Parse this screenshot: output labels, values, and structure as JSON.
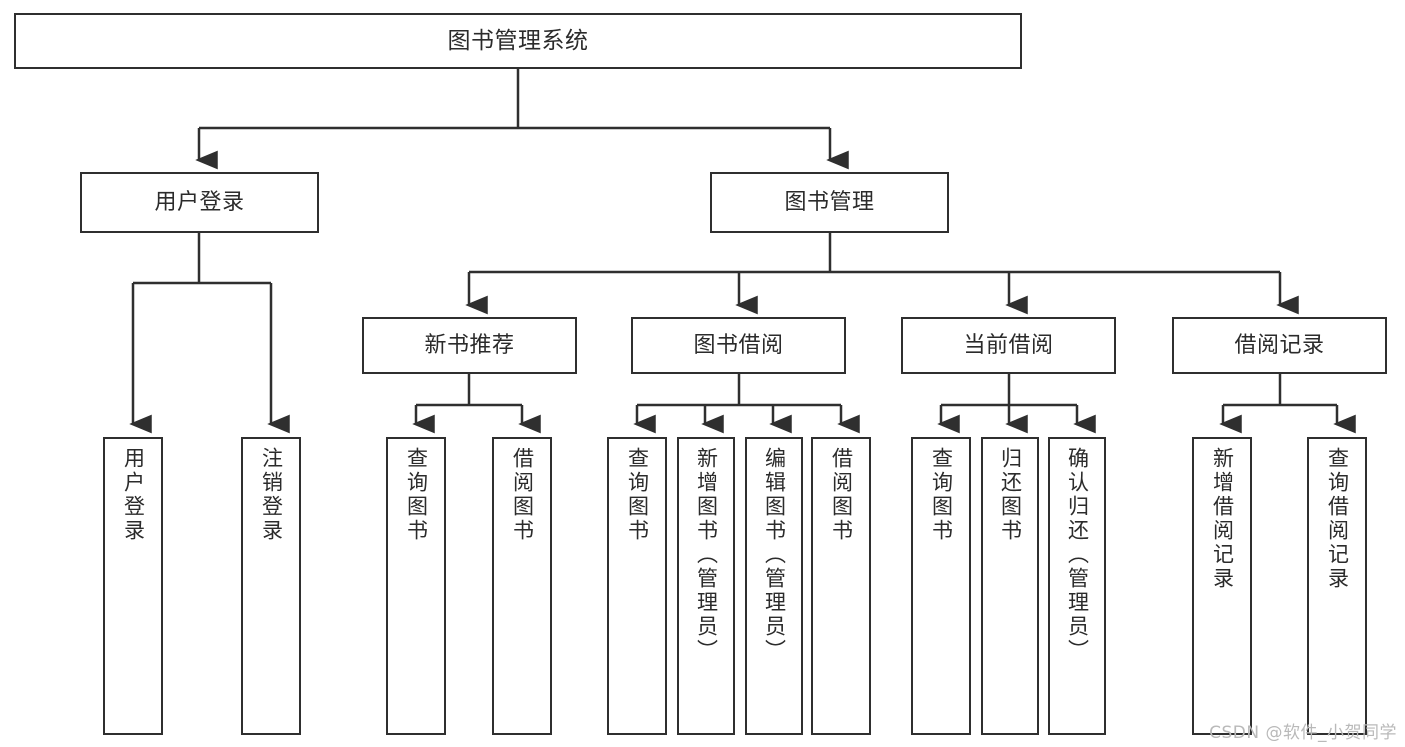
{
  "diagram": {
    "title": "图书管理系统",
    "type": "tree-hierarchy",
    "colors": {
      "stroke": "#2f2f2f",
      "fill": "#ffffff",
      "text": "#2b2b2b",
      "watermark": "#b9b9b9"
    },
    "nodes": {
      "root": {
        "label": "图书管理系统"
      },
      "level2": [
        {
          "label": "用户登录"
        },
        {
          "label": "图书管理"
        }
      ],
      "level3": [
        {
          "label": "新书推荐"
        },
        {
          "label": "图书借阅"
        },
        {
          "label": "当前借阅"
        },
        {
          "label": "借阅记录"
        }
      ],
      "leaves": {
        "user_login": [
          {
            "label": "用户登录"
          },
          {
            "label": "注销登录"
          }
        ],
        "new_book_recommend": [
          {
            "label": "查询图书"
          },
          {
            "label": "借阅图书"
          }
        ],
        "book_borrow": [
          {
            "label": "查询图书"
          },
          {
            "label": "新增图书（管理员）"
          },
          {
            "label": "编辑图书（管理员）"
          },
          {
            "label": "借阅图书"
          }
        ],
        "current_borrow": [
          {
            "label": "查询图书"
          },
          {
            "label": "归还图书"
          },
          {
            "label": "确认归还（管理员）"
          }
        ],
        "borrow_record": [
          {
            "label": "新增借阅记录"
          },
          {
            "label": "查询借阅记录"
          }
        ]
      }
    }
  },
  "watermark": {
    "text": "CSDN @软件_小贺同学"
  }
}
